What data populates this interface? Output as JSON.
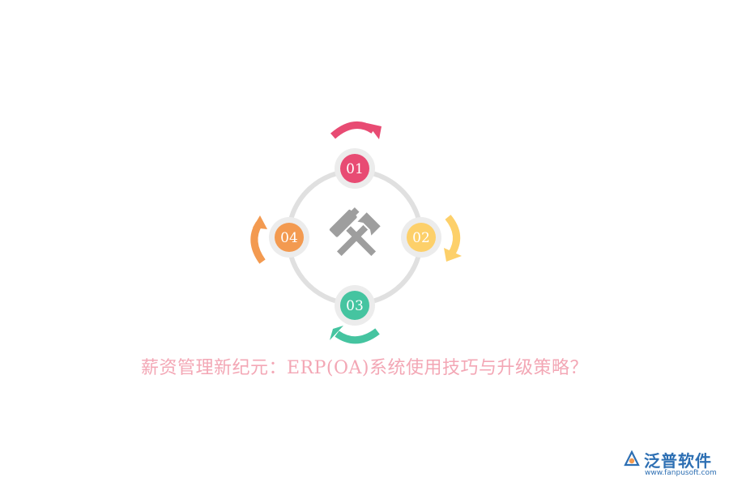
{
  "diagram": {
    "steps": [
      {
        "label": "01",
        "color": "#e84b73"
      },
      {
        "label": "02",
        "color": "#fdd06a"
      },
      {
        "label": "03",
        "color": "#45c4a0"
      },
      {
        "label": "04",
        "color": "#f39a50"
      }
    ],
    "ring_color": "#e0e0e0",
    "node_halo_color": "#ececec",
    "center_icon": "hammer-and-wrench-icon",
    "center_icon_color": "#9e9e9e"
  },
  "headline": "薪资管理新纪元：ERP(OA)系统使用技巧与升级策略？",
  "brand": {
    "name": "泛普软件",
    "url": "www.fanpusoft.com",
    "logo_icon": "fanpu-logo-icon",
    "color": "#2d6fb3"
  }
}
